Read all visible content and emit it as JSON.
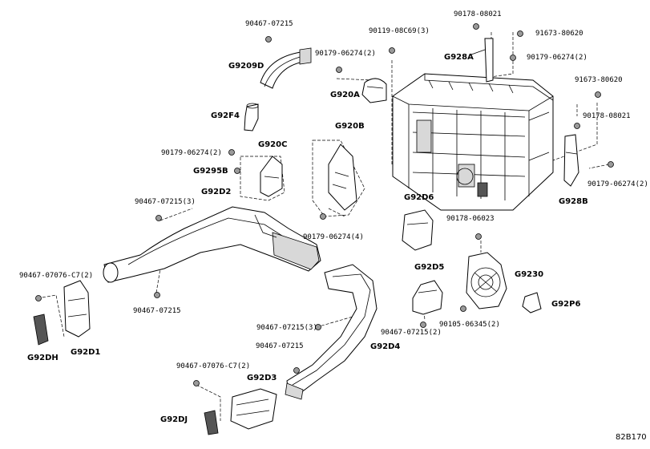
{
  "parts": [
    {
      "id": "l1",
      "text": "90467-07215"
    },
    {
      "id": "l2",
      "text": "G9209D"
    },
    {
      "id": "l3",
      "text": "G92F4"
    },
    {
      "id": "l4",
      "text": "90119-08C69(3)"
    },
    {
      "id": "l5",
      "text": "90179-06274(2)"
    },
    {
      "id": "l6",
      "text": "G920A"
    },
    {
      "id": "l7",
      "text": "90178-08021"
    },
    {
      "id": "l8",
      "text": "91673-80620"
    },
    {
      "id": "l9",
      "text": "G928A"
    },
    {
      "id": "l10",
      "text": "90179-06274(2)"
    },
    {
      "id": "l11",
      "text": "91673-80620"
    },
    {
      "id": "l12",
      "text": "90178-08021"
    },
    {
      "id": "l13",
      "text": "G920B"
    },
    {
      "id": "l14",
      "text": "90179-06274(2)"
    },
    {
      "id": "l15",
      "text": "G920C"
    },
    {
      "id": "l16",
      "text": "G9295B"
    },
    {
      "id": "l17",
      "text": "90179-06274(2)"
    },
    {
      "id": "l18",
      "text": "G928B"
    },
    {
      "id": "l19",
      "text": "G92D2"
    },
    {
      "id": "l20",
      "text": "90467-07215(3)"
    },
    {
      "id": "l21",
      "text": "G92D6"
    },
    {
      "id": "l22",
      "text": "90178-06023"
    },
    {
      "id": "l23",
      "text": "90179-06274(4)"
    },
    {
      "id": "l24",
      "text": "G92D5"
    },
    {
      "id": "l25",
      "text": "G9230"
    },
    {
      "id": "l26",
      "text": "90467-07076-C7(2)"
    },
    {
      "id": "l27",
      "text": "90467-07215"
    },
    {
      "id": "l28",
      "text": "G92P6"
    },
    {
      "id": "l29",
      "text": "90105-06345(2)"
    },
    {
      "id": "l30",
      "text": "90467-07215(3)"
    },
    {
      "id": "l31",
      "text": "90467-07215(2)"
    },
    {
      "id": "l32",
      "text": "G92DH"
    },
    {
      "id": "l33",
      "text": "G92D1"
    },
    {
      "id": "l34",
      "text": "90467-07215"
    },
    {
      "id": "l35",
      "text": "G92D4"
    },
    {
      "id": "l36",
      "text": "90467-07076-C7(2)"
    },
    {
      "id": "l37",
      "text": "G92D3"
    },
    {
      "id": "l38",
      "text": "G92DJ"
    }
  ],
  "reference_code": "82B170"
}
